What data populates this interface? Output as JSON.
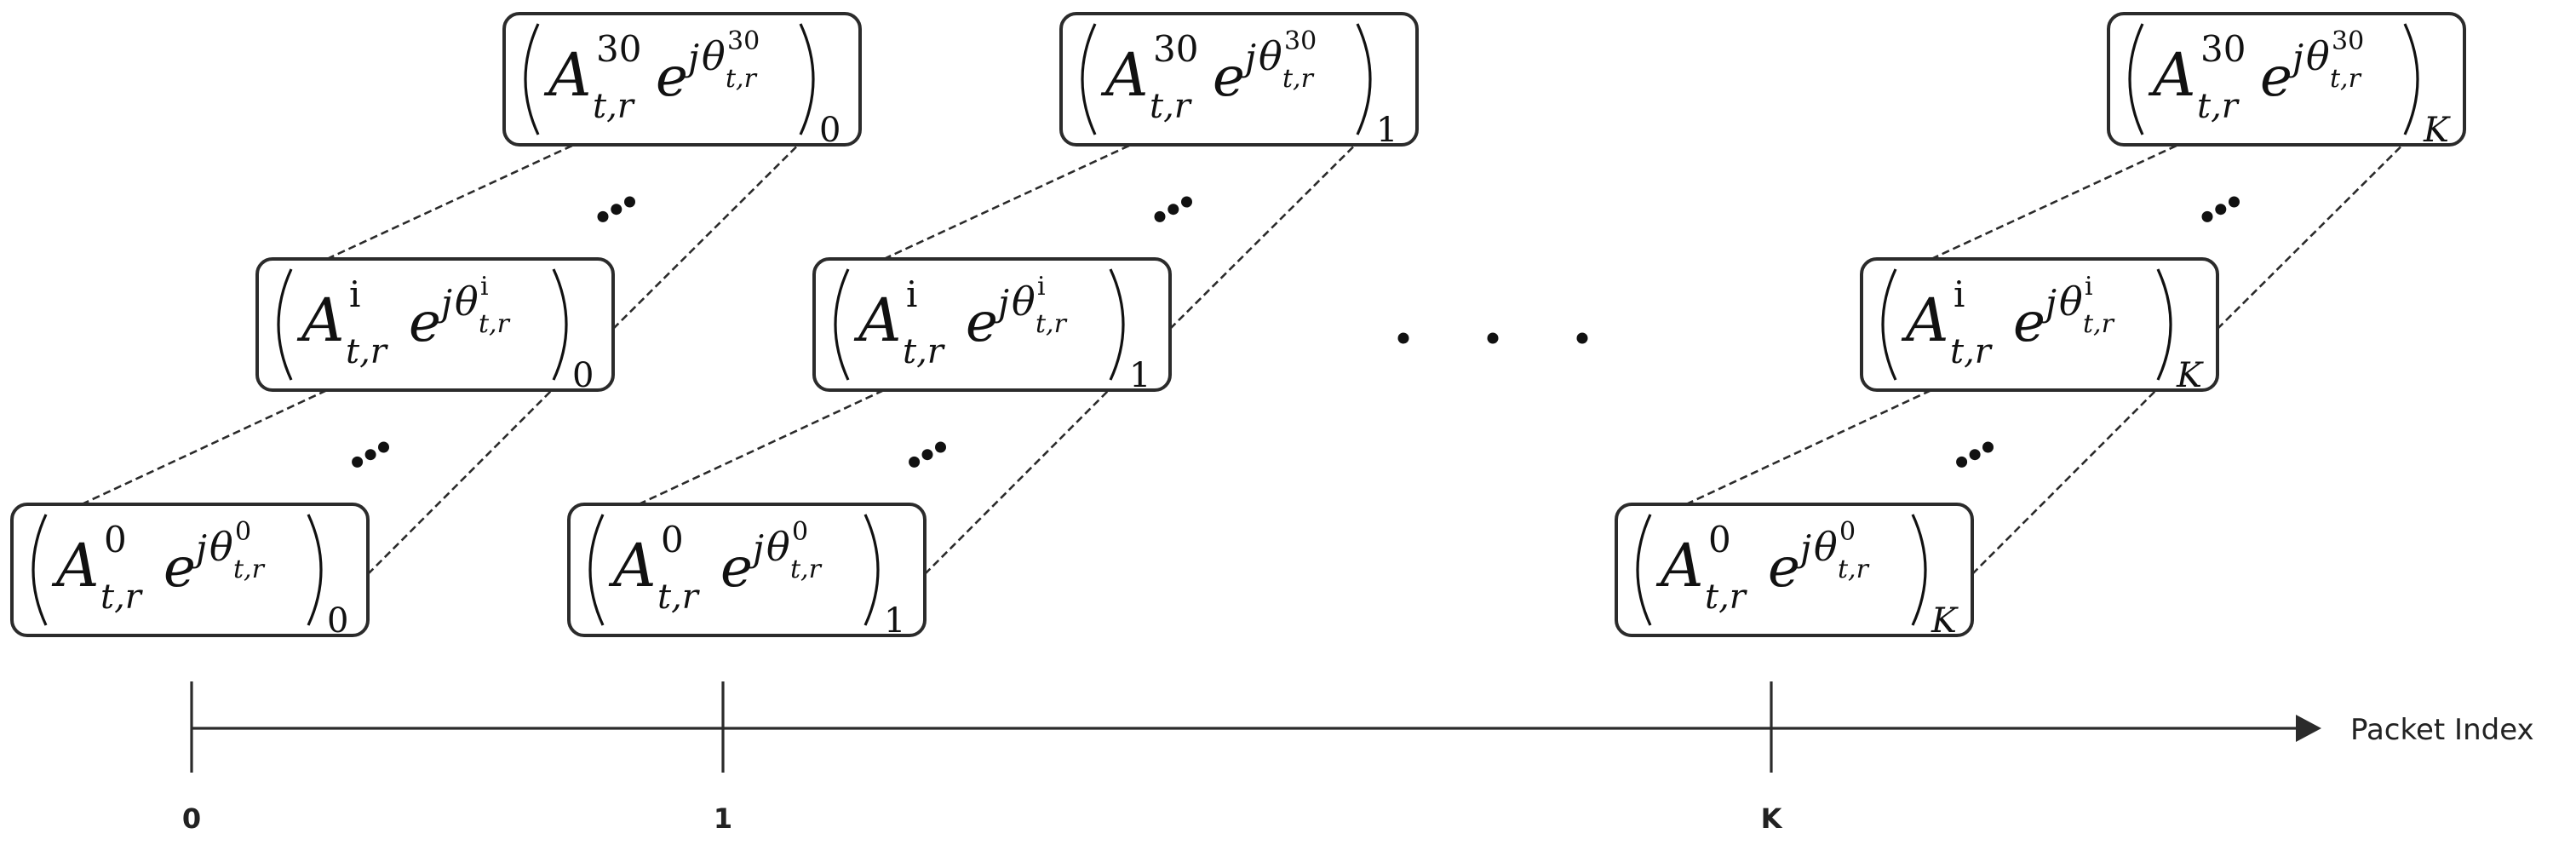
{
  "diagram": {
    "axis_label": "Packet Index",
    "ticks": [
      "0",
      "1",
      "K"
    ],
    "horizontal_ellipsis": "· · ·",
    "columns": [
      {
        "subscript": "0",
        "cells": [
          {
            "base": "A",
            "sup": "0",
            "sub": "t,r",
            "exp_base": "e",
            "exp_j": "j",
            "theta": "θ",
            "theta_sup": "0",
            "theta_sub": "t,r"
          },
          {
            "base": "A",
            "sup": "i",
            "sub": "t,r",
            "exp_base": "e",
            "exp_j": "j",
            "theta": "θ",
            "theta_sup": "i",
            "theta_sub": "t,r"
          },
          {
            "base": "A",
            "sup": "30",
            "sub": "t,r",
            "exp_base": "e",
            "exp_j": "j",
            "theta": "θ",
            "theta_sup": "30",
            "theta_sub": "t,r"
          }
        ]
      },
      {
        "subscript": "1",
        "cells": [
          {
            "base": "A",
            "sup": "0",
            "sub": "t,r",
            "exp_base": "e",
            "exp_j": "j",
            "theta": "θ",
            "theta_sup": "0",
            "theta_sub": "t,r"
          },
          {
            "base": "A",
            "sup": "i",
            "sub": "t,r",
            "exp_base": "e",
            "exp_j": "j",
            "theta": "θ",
            "theta_sup": "i",
            "theta_sub": "t,r"
          },
          {
            "base": "A",
            "sup": "30",
            "sub": "t,r",
            "exp_base": "e",
            "exp_j": "j",
            "theta": "θ",
            "theta_sup": "30",
            "theta_sub": "t,r"
          }
        ]
      },
      {
        "subscript": "K",
        "cells": [
          {
            "base": "A",
            "sup": "0",
            "sub": "t,r",
            "exp_base": "e",
            "exp_j": "j",
            "theta": "θ",
            "theta_sup": "0",
            "theta_sub": "t,r"
          },
          {
            "base": "A",
            "sup": "i",
            "sub": "t,r",
            "exp_base": "e",
            "exp_j": "j",
            "theta": "θ",
            "theta_sup": "i",
            "theta_sub": "t,r"
          },
          {
            "base": "A",
            "sup": "30",
            "sub": "t,r",
            "exp_base": "e",
            "exp_j": "j",
            "theta": "θ",
            "theta_sup": "30",
            "theta_sub": "t,r"
          }
        ]
      }
    ]
  }
}
